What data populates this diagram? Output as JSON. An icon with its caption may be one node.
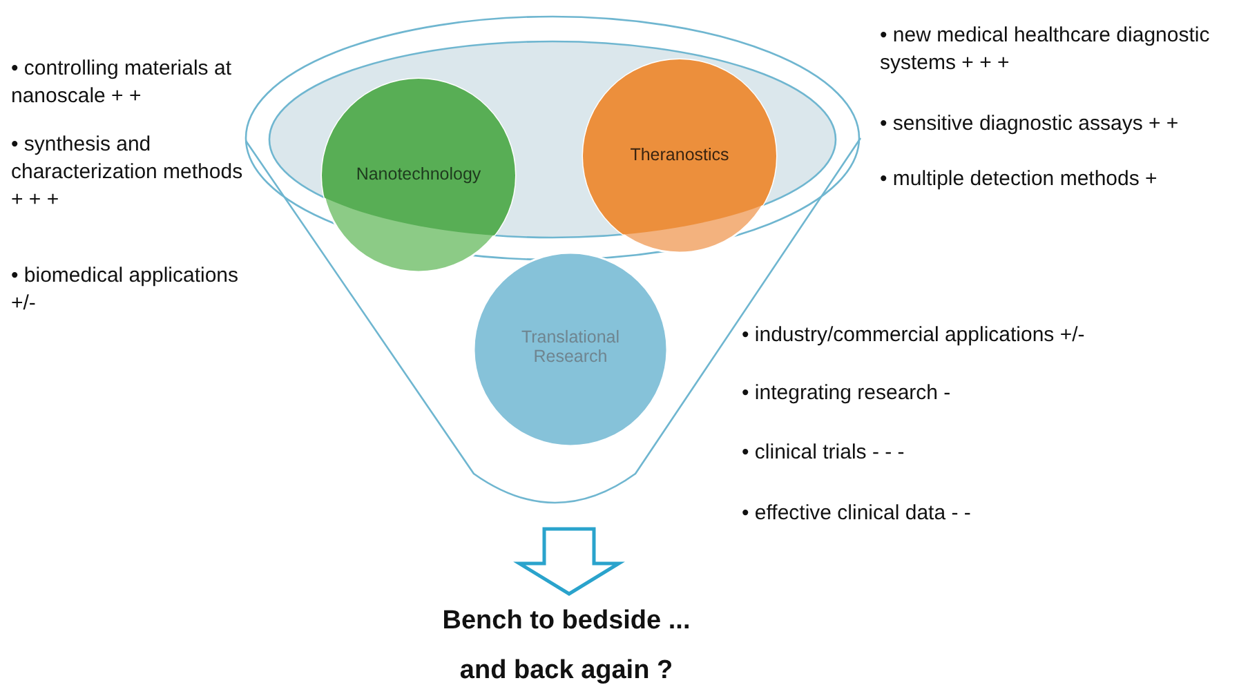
{
  "diagram": {
    "nodes": [
      {
        "text": [],
        "shape": "funnel"
      },
      {
        "text": [
          "Nanotechnology"
        ],
        "in": 0
      },
      {
        "text": [
          "Theranostics"
        ],
        "in": 0
      },
      {
        "text": [
          "Translational Research"
        ],
        "in": 0
      },
      {
        "text": [
          "Bench to bedside ... and back again ?"
        ]
      }
    ],
    "edges": [
      {
        "from": 0,
        "to": 4,
        "arrow": "to"
      }
    ],
    "labels": [
      "• controlling materials at nanoscale  + +",
      "• synthesis and characterization methods  + + +",
      "• biomedical applications  +/-",
      "• new medical healthcare diagnostic systems + + +",
      "• sensitive diagnostic assays + +",
      "• multiple detection methods +",
      "• industry/commercial applications  +/-",
      "• integrating research  -",
      "• clinical trials  - - -",
      "• effective clinical data  - -"
    ]
  }
}
